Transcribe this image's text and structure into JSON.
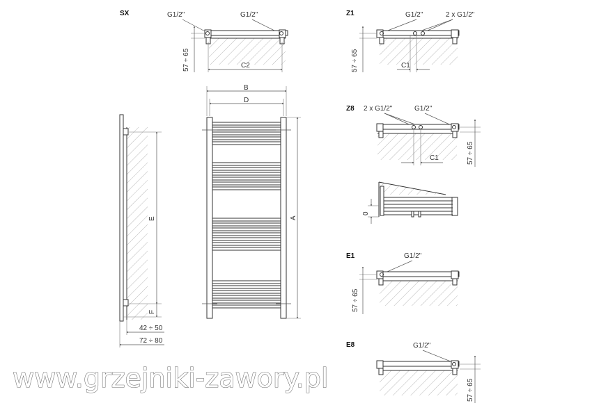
{
  "sections": {
    "sx": {
      "title": "SX",
      "conn_left": "G1/2\"",
      "conn_right": "G1/2\"",
      "height_range": "57 ÷ 65",
      "spacing": "C2"
    },
    "z1": {
      "title": "Z1",
      "conn_single": "G1/2\"",
      "conn_double": "2 x G1/2\"",
      "height_range": "57 ÷ 65",
      "spacing": "C1"
    },
    "z8": {
      "title": "Z8",
      "conn_double": "2 x G1/2\"",
      "conn_single": "G1/2\"",
      "height_range": "57 ÷ 65",
      "spacing": "C1"
    },
    "tilt": {
      "angle_label": "0"
    },
    "e1": {
      "title": "E1",
      "conn": "G1/2\"",
      "height_range": "57 ÷ 65"
    },
    "e8": {
      "title": "E8",
      "conn": "G1/2\"",
      "height_range": "57 ÷ 65"
    }
  },
  "front_view": {
    "width_outer": "B",
    "width_inner": "D",
    "height": "A"
  },
  "side_view": {
    "mount_height": "E",
    "bottom_offset": "F",
    "depth_short": "42 ÷ 50",
    "depth_long": "72 ÷ 80"
  },
  "watermark": "www.grzejniki-zawory.pl"
}
